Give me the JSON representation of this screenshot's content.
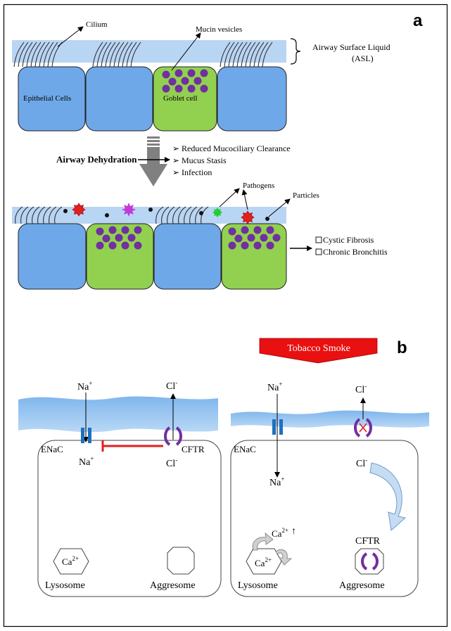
{
  "panel_a": {
    "label": "a",
    "cilium": "Cilium",
    "mucin_vesicles": "Mucin vesicles",
    "asl_line1": "Airway Surface Liquid",
    "asl_line2": "(ASL)",
    "epithelial_cells": "Epithelial Cells",
    "goblet_cell": "Goblet cell",
    "dehydration": "Airway Dehydration",
    "effects": [
      "Reduced Mucociliary Clearance",
      "Mucus Stasis",
      "Infection"
    ],
    "pathogens": "Pathogens",
    "particles": "Particles",
    "diseases": [
      "Cystic Fibrosis",
      "Chronic Bronchitis"
    ]
  },
  "panel_b": {
    "label": "b",
    "tobacco_smoke": "Tobacco Smoke",
    "left": {
      "na_top_base": "Na",
      "na_top_sup": "+",
      "cl_top_base": "Cl",
      "cl_top_sup": "-",
      "enac": "ENaC",
      "cftr": "CFTR",
      "na_bottom_base": "Na",
      "na_bottom_sup": "+",
      "cl_bottom_base": "Cl",
      "cl_bottom_sup": "-",
      "ca_base": "Ca",
      "ca_sup": "2+",
      "lysosome": "Lysosome",
      "aggresome": "Aggresome"
    },
    "right": {
      "na_top_base": "Na",
      "na_top_sup": "+",
      "cl_top_base": "Cl",
      "cl_top_sup": "-",
      "enac": "ENaC",
      "na_bottom_base": "Na",
      "na_bottom_sup": "+",
      "cl_bottom_base": "Cl",
      "cl_bottom_sup": "-",
      "ca_up_base": "Ca",
      "ca_up_sup": "2+",
      "up_arrow": "↑",
      "ca_in_base": "Ca",
      "ca_in_sup": "2+",
      "cftr": "CFTR",
      "lysosome": "Lysosome",
      "aggresome": "Aggresome"
    }
  },
  "colors": {
    "cell_blue": "#6fa8e8",
    "goblet_green": "#92d050",
    "asl_blue": "#b9d5f4",
    "vesicle_purple": "#7030a0",
    "inhibit_red": "#e02020",
    "smoke_red": "#e81010",
    "enac_blue": "#1f6fbf",
    "cftr_purple": "#7030a0"
  }
}
